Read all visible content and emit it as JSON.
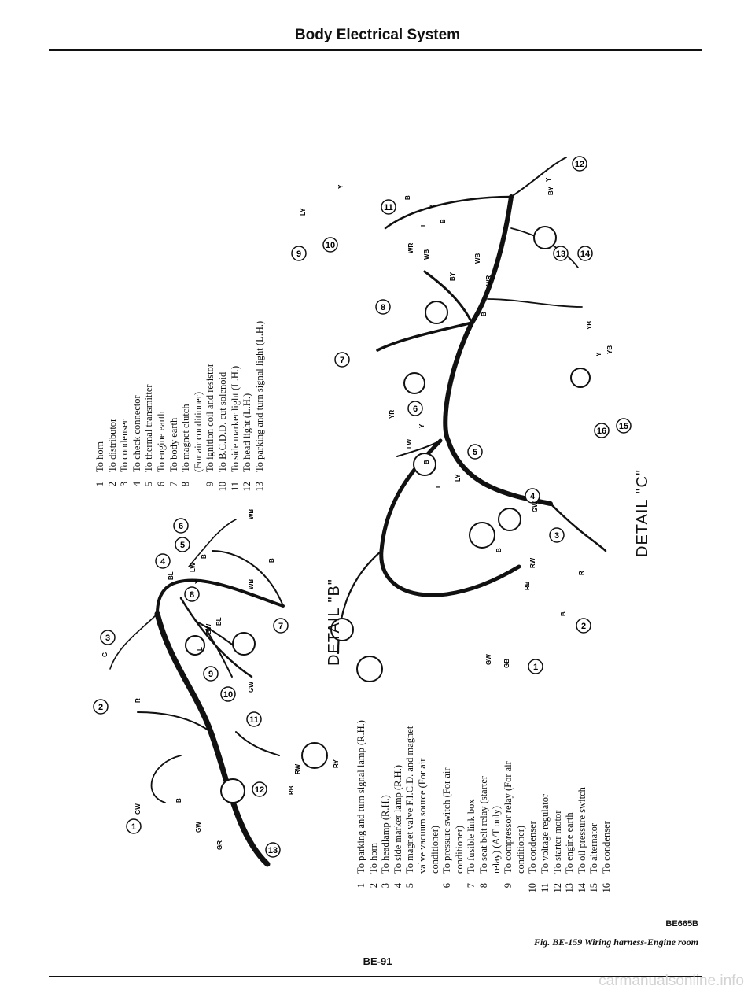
{
  "header": {
    "title": "Body Electrical System"
  },
  "detail_b": {
    "label": "DETAIL \"B\"",
    "legend": [
      {
        "num": "1",
        "text": "To horn"
      },
      {
        "num": "2",
        "text": "To distributor"
      },
      {
        "num": "3",
        "text": "To condenser"
      },
      {
        "num": "4",
        "text": "To check connector"
      },
      {
        "num": "5",
        "text": "To thermal transmitter"
      },
      {
        "num": "6",
        "text": "To engine earth"
      },
      {
        "num": "7",
        "text": "To body earth"
      },
      {
        "num": "8",
        "text": "To magnet clutch"
      },
      {
        "num": "",
        "text": "(For air conditioner)"
      },
      {
        "num": "9",
        "text": "To ignition coil and resistor"
      },
      {
        "num": "10",
        "text": "To B.C.D.D. cut solenoid"
      },
      {
        "num": "11",
        "text": "To side marker light (L.H.)"
      },
      {
        "num": "12",
        "text": "To head light (L.H.)"
      },
      {
        "num": "13",
        "text": "To parking and turn signal light (L.H.)"
      }
    ]
  },
  "detail_a": {
    "legend": [
      {
        "num": "1",
        "text": "To parking and turn signal lamp (R.H.)"
      },
      {
        "num": "2",
        "text": "To horn"
      },
      {
        "num": "3",
        "text": "To headlamp (R.H.)"
      },
      {
        "num": "4",
        "text": "To side marker lamp (R.H.)"
      },
      {
        "num": "5",
        "text": "To magnet valve F.I.C.D. and magnet"
      },
      {
        "num": "",
        "text": "valve vacuum source (For air"
      },
      {
        "num": "",
        "text": "conditioner)"
      },
      {
        "num": "6",
        "text": "To pressure switch (For air"
      },
      {
        "num": "",
        "text": "conditioner)"
      },
      {
        "num": "7",
        "text": "To fusible link box"
      },
      {
        "num": "8",
        "text": "To seat belt relay (starter"
      },
      {
        "num": "",
        "text": "relay) (A/T only)"
      },
      {
        "num": "9",
        "text": "To compressor relay (For air"
      },
      {
        "num": "",
        "text": "conditioner)"
      },
      {
        "num": "10",
        "text": "To condenser"
      },
      {
        "num": "11",
        "text": "To voltage regulator"
      },
      {
        "num": "12",
        "text": "To starter motor"
      },
      {
        "num": "13",
        "text": "To engine earth"
      },
      {
        "num": "14",
        "text": "To oil pressure switch"
      },
      {
        "num": "15",
        "text": "To alternator"
      },
      {
        "num": "16",
        "text": "To condenser"
      }
    ]
  },
  "detail_c": {
    "label": "DETAIL \"C\""
  },
  "diagram": {
    "callouts_b": [
      "1",
      "2",
      "3",
      "4",
      "5",
      "6",
      "7",
      "8",
      "9",
      "10",
      "11",
      "12",
      "13"
    ],
    "callouts_c": [
      "1",
      "2",
      "3",
      "4",
      "5",
      "6",
      "7",
      "8",
      "9",
      "10",
      "11",
      "12",
      "13",
      "14",
      "15",
      "16"
    ],
    "wire_codes": [
      "GW",
      "B",
      "GW",
      "GR",
      "RB",
      "RW",
      "RY",
      "GW",
      "L",
      "BW",
      "BL",
      "WB",
      "BL",
      "G",
      "R",
      "LW",
      "Y",
      "B",
      "WB",
      "B",
      "GW",
      "GB",
      "R",
      "B",
      "RB",
      "RW",
      "B",
      "GW",
      "LW",
      "B",
      "L",
      "LY",
      "YR",
      "Y",
      "BY",
      "WB",
      "B",
      "WR",
      "B",
      "LY",
      "Y",
      "L",
      "WR",
      "Y",
      "WB",
      "B",
      "YB",
      "Y",
      "YB",
      "BY",
      "Y"
    ]
  },
  "figure": {
    "code": "BE665B",
    "caption": "Fig. BE-159 Wiring harness-Engine room"
  },
  "footer": {
    "page_number": "BE-91",
    "watermark": "carmanualsonline.info"
  }
}
